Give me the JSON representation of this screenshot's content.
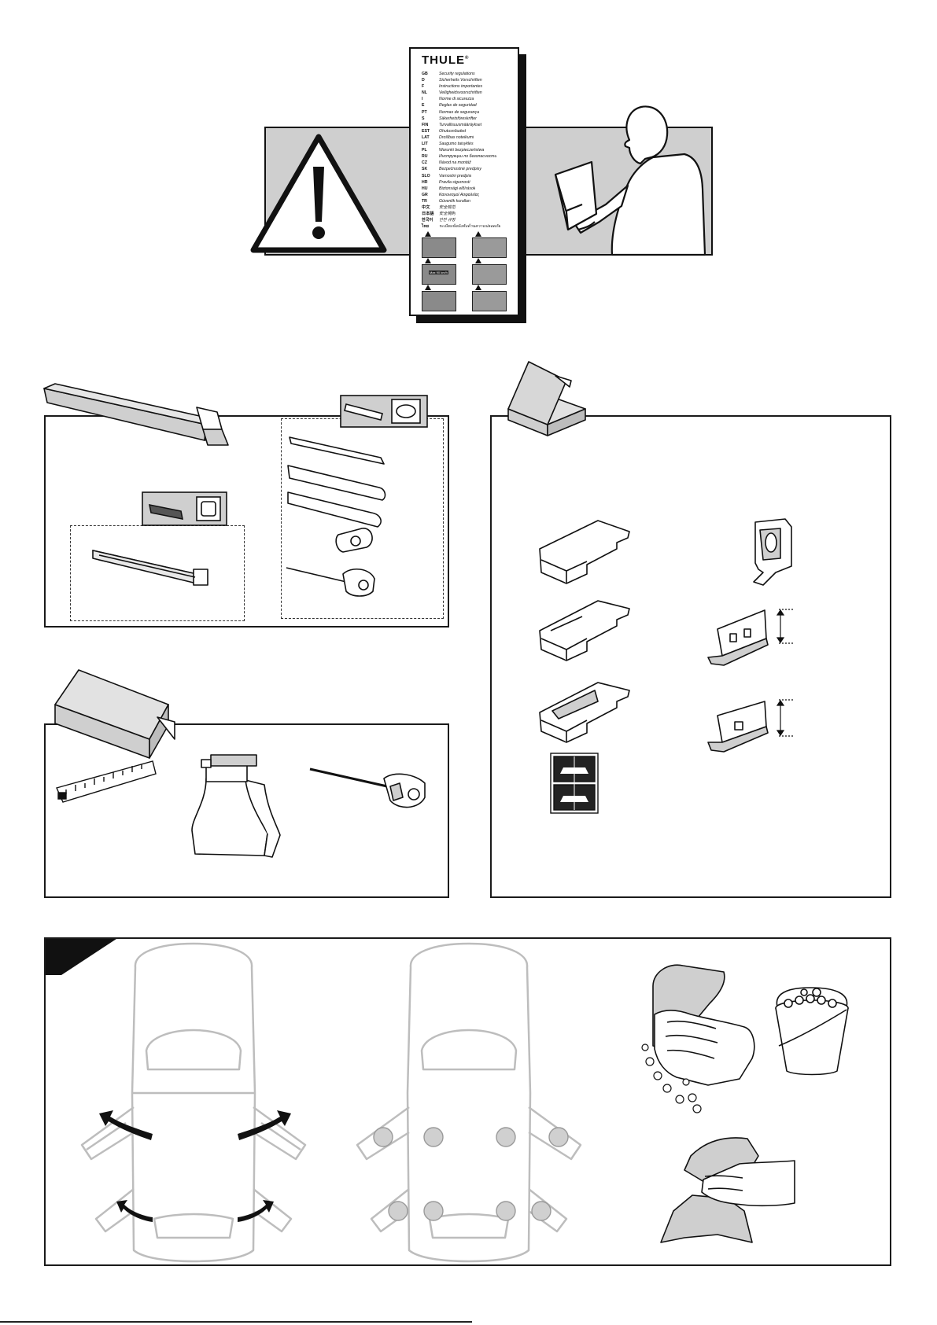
{
  "leaflet": {
    "brand": "THULE",
    "languages": [
      {
        "code": "GB",
        "text": "Security regulations"
      },
      {
        "code": "D",
        "text": "Sicherheits Vorschriften"
      },
      {
        "code": "F",
        "text": "Instructions importantes"
      },
      {
        "code": "NL",
        "text": "Veiligheidsvoorschriften"
      },
      {
        "code": "I",
        "text": "Norme di sicurezza"
      },
      {
        "code": "E",
        "text": "Reglas de seguridad"
      },
      {
        "code": "PT",
        "text": "Normas de segurança"
      },
      {
        "code": "S",
        "text": "Säkerhetsföreskrifter"
      },
      {
        "code": "FIN",
        "text": "Turvallisuusmääräykset"
      },
      {
        "code": "EST",
        "text": "Ohutusnõuded"
      },
      {
        "code": "LAT",
        "text": "Drošības noteikumi"
      },
      {
        "code": "LIT",
        "text": "Saugumo taisyklės"
      },
      {
        "code": "PL",
        "text": "Warunki bezpieczeństwa"
      },
      {
        "code": "RU",
        "text": "Инструкции по безопасности"
      },
      {
        "code": "CZ",
        "text": "Návod na montáž"
      },
      {
        "code": "SK",
        "text": "Bezpečnostné predpisy"
      },
      {
        "code": "SLO",
        "text": "Varnostni predpisi"
      },
      {
        "code": "HR",
        "text": "Pravila sigurnosti"
      },
      {
        "code": "HU",
        "text": "Biztonsági előírások"
      },
      {
        "code": "GR",
        "text": "Κανονισμοί Ασφαλείας"
      },
      {
        "code": "TR",
        "text": "Güvenlik kuralları"
      },
      {
        "code": "中文",
        "text": "安全规范"
      },
      {
        "code": "日本語",
        "text": "安全規則"
      },
      {
        "code": "한국어",
        "text": "안전 규정"
      },
      {
        "code": "ไทย",
        "text": "ระเบียบข้อบังคับด้านความปลอดภัย"
      }
    ],
    "thumb_label": "Max 90 km/h"
  }
}
